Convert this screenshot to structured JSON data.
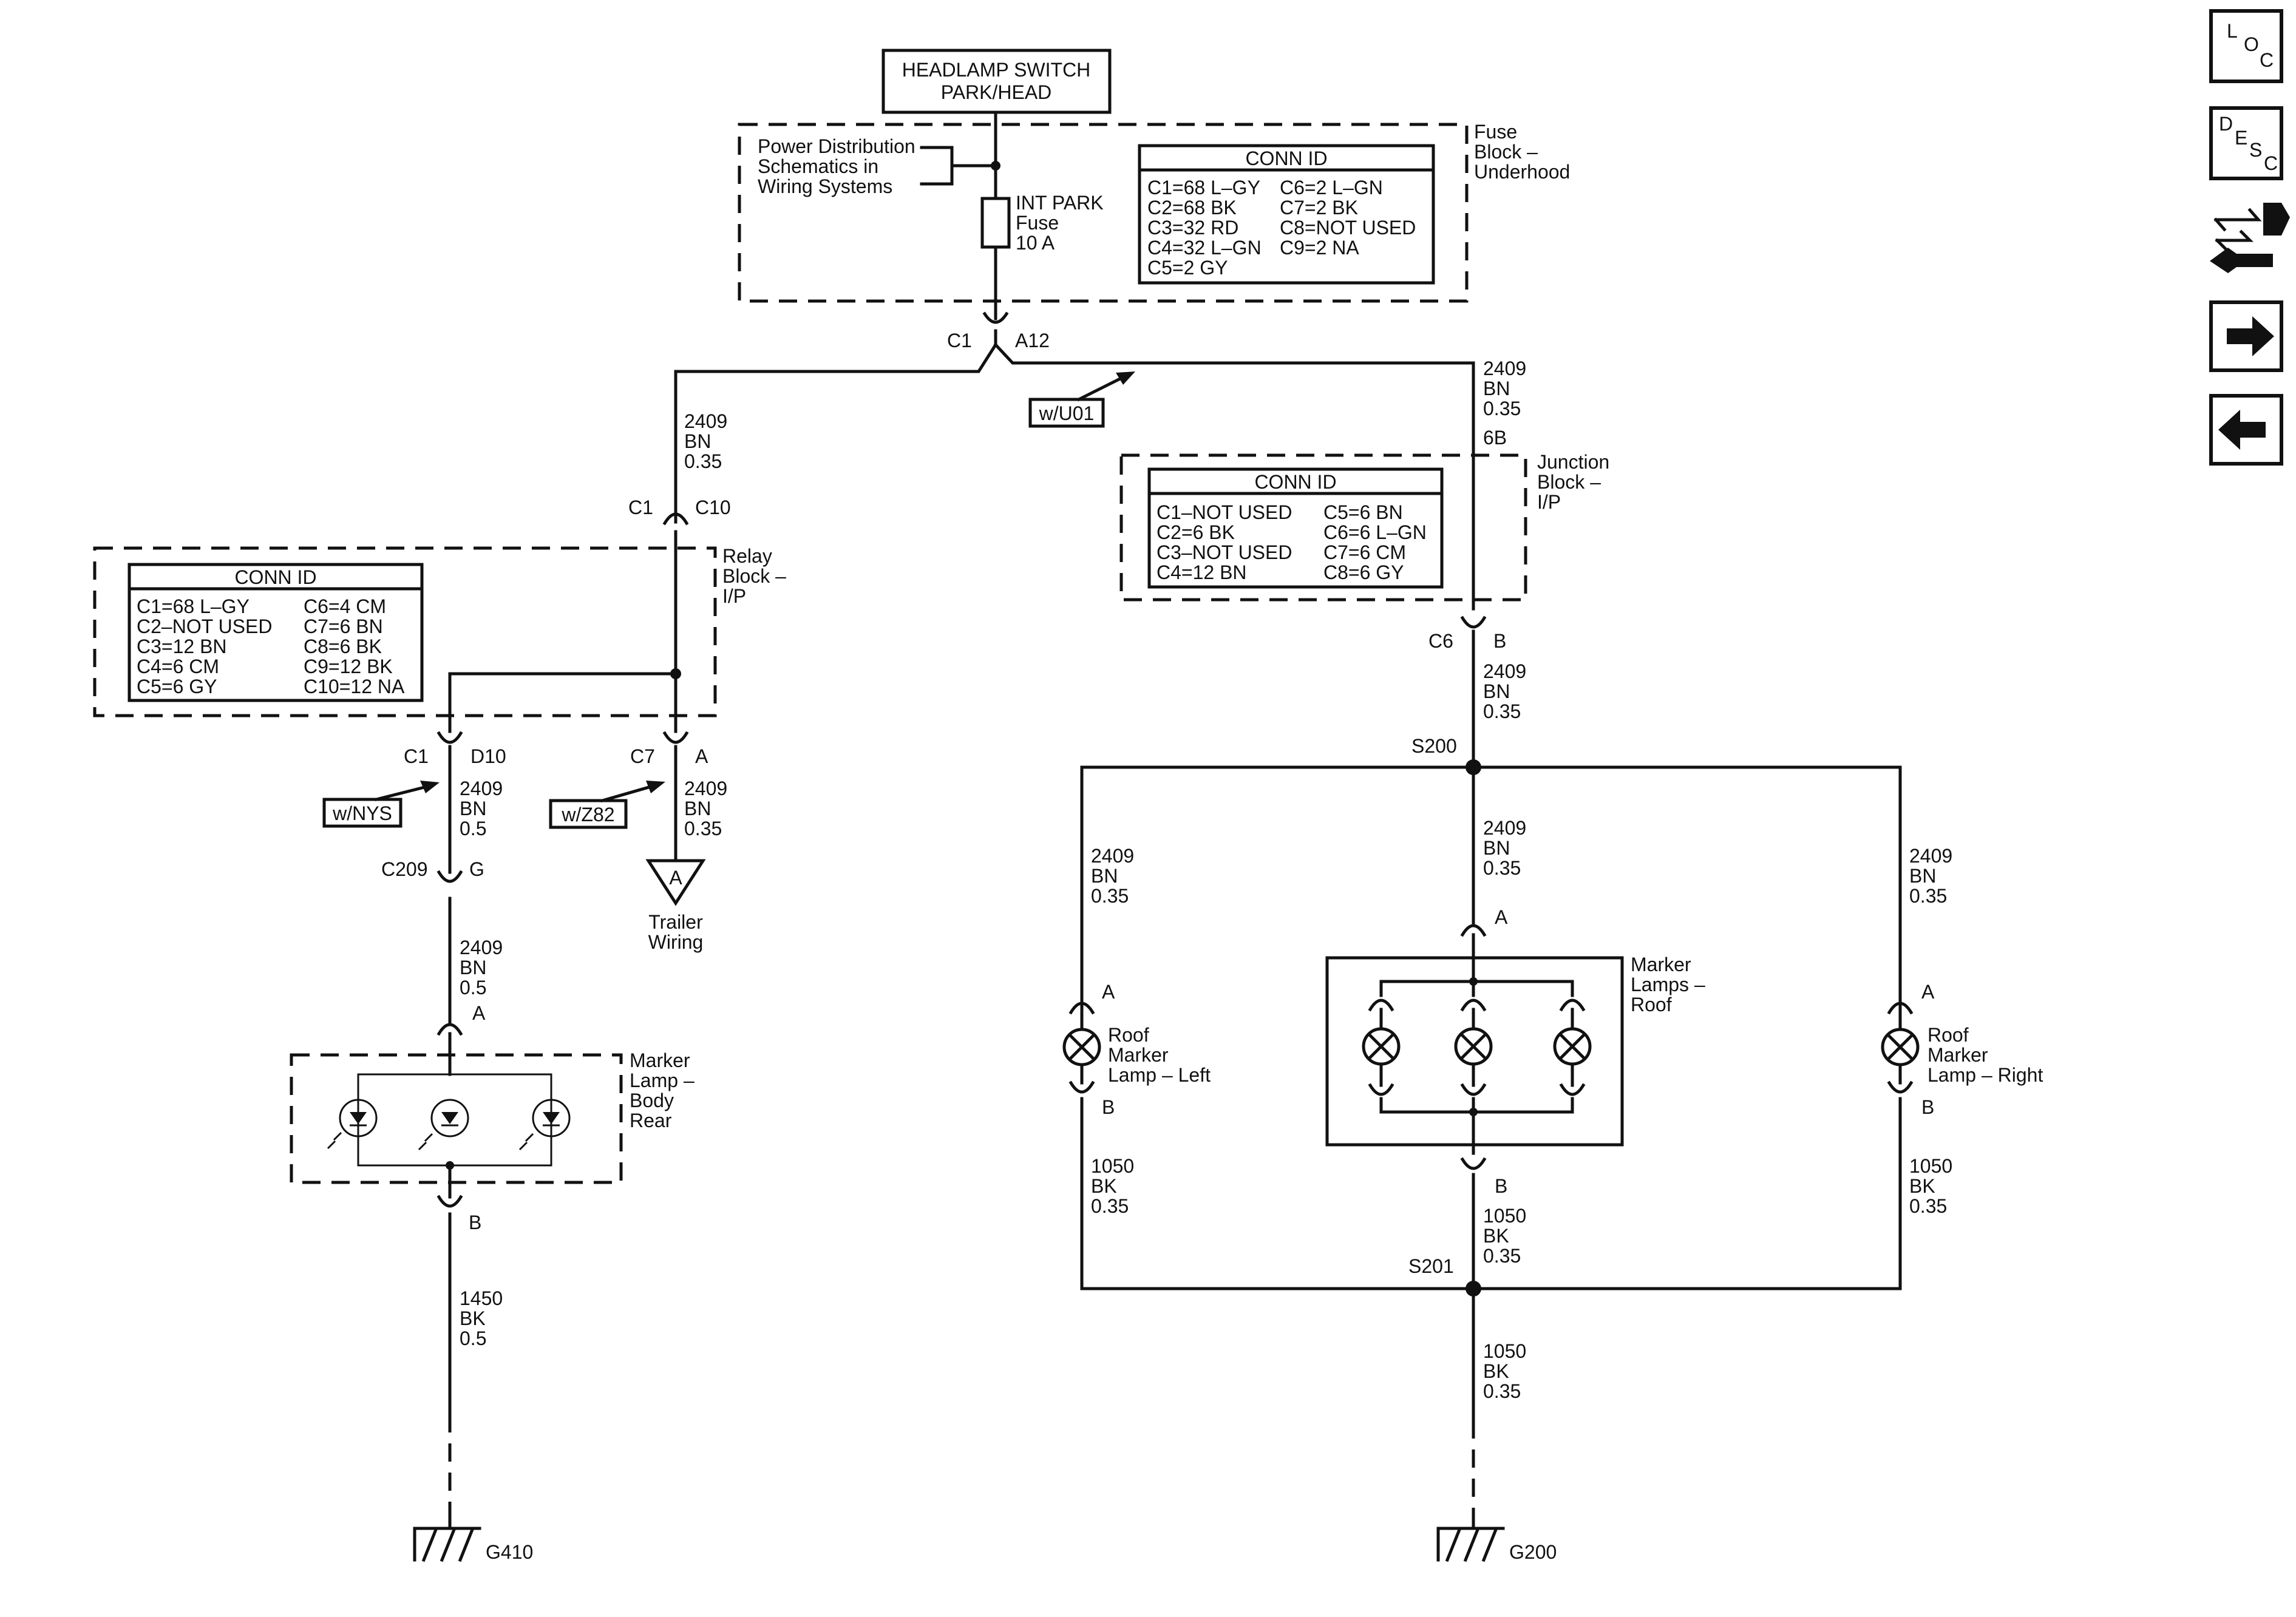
{
  "headlamp_switch": {
    "line1": "HEADLAMP SWITCH",
    "line2": "PARK/HEAD"
  },
  "fuse_block": {
    "name": [
      "Fuse",
      "Block –",
      "Underhood"
    ],
    "note": [
      "Power Distribution",
      "Schematics in",
      "Wiring Systems"
    ],
    "fuse": [
      "INT PARK",
      "Fuse",
      "10 A"
    ],
    "conn_title": "CONN ID",
    "conn_left": [
      "C1=68 L–GY",
      "C2=68 BK",
      "C3=32 RD",
      "C4=32 L–GN",
      "C5=2 GY"
    ],
    "conn_right": [
      "C6=2 L–GN",
      "C7=2 BK",
      "C8=NOT USED",
      "C9=2 NA",
      ""
    ],
    "out_conn": "C1",
    "out_pin": "A12"
  },
  "option_u01": "w/U01",
  "option_nys": "w/NYS",
  "option_z82": "w/Z82",
  "relay_block": {
    "name": [
      "Relay",
      "Block –",
      "I/P"
    ],
    "conn_title": "CONN ID",
    "conn_left": [
      "C1=68 L–GY",
      "C2–NOT USED",
      "C3=12 BN",
      "C4=6 CM",
      "C5=6 GY"
    ],
    "conn_right": [
      "C6=4 CM",
      "C7=6 BN",
      "C8=6 BK",
      "C9=12 BK",
      "C10=12 NA"
    ],
    "in_conn": "C1",
    "in_pin": "C10",
    "out1_conn": "C1",
    "out1_pin": "D10",
    "out2_conn": "C7",
    "out2_pin": "A"
  },
  "junction_block": {
    "name": [
      "Junction",
      "Block –",
      "I/P"
    ],
    "conn_title": "CONN ID",
    "conn_left": [
      "C1–NOT USED",
      "C2=6 BK",
      "C3–NOT USED",
      "C4=12 BN"
    ],
    "conn_right": [
      "C5=6 BN",
      "C6=6 L–GN",
      "C7=6 CM",
      "C8=6 GY"
    ],
    "in_pin": "6B",
    "out_conn": "C6",
    "out_pin": "B"
  },
  "wires": {
    "w_left_top": [
      "2409",
      "BN",
      "0.35"
    ],
    "w_right_top": [
      "2409",
      "BN",
      "0.35"
    ],
    "w_nys": [
      "2409",
      "BN",
      "0.5"
    ],
    "w_z82": [
      "2409",
      "BN",
      "0.35"
    ],
    "w_body_feed": [
      "2409",
      "BN",
      "0.5"
    ],
    "w_body_ground": [
      "1450",
      "BK",
      "0.5"
    ],
    "w_junction_out": [
      "2409",
      "BN",
      "0.35"
    ],
    "w_roof_left": [
      "2409",
      "BN",
      "0.35"
    ],
    "w_roof_center": [
      "2409",
      "BN",
      "0.35"
    ],
    "w_roof_right": [
      "2409",
      "BN",
      "0.35"
    ],
    "w_gnd_left": [
      "1050",
      "BK",
      "0.35"
    ],
    "w_gnd_center": [
      "1050",
      "BK",
      "0.35"
    ],
    "w_gnd_right": [
      "1050",
      "BK",
      "0.35"
    ],
    "w_gnd_main": [
      "1050",
      "BK",
      "0.35"
    ]
  },
  "c209": {
    "conn": "C209",
    "pin": "G"
  },
  "trailer": {
    "symbol": "A",
    "label": [
      "Trailer",
      "Wiring"
    ]
  },
  "marker_body": {
    "label": [
      "Marker",
      "Lamp –",
      "Body",
      "Rear"
    ],
    "pin_a": "A",
    "pin_b": "B"
  },
  "roof_left": {
    "label": [
      "Roof",
      "Marker",
      "Lamp – Left"
    ],
    "pin_a": "A",
    "pin_b": "B"
  },
  "roof_right": {
    "label": [
      "Roof",
      "Marker",
      "Lamp – Right"
    ],
    "pin_a": "A",
    "pin_b": "B"
  },
  "roof_center": {
    "label": [
      "Marker",
      "Lamps –",
      "Roof"
    ],
    "pin_a": "A",
    "pin_b": "B"
  },
  "splices": {
    "s200": "S200",
    "s201": "S201"
  },
  "grounds": {
    "g410": "G410",
    "g200": "G200"
  },
  "nav": {
    "loc": [
      "L",
      "O",
      "C"
    ],
    "desc": [
      "D",
      "E",
      "S",
      "C"
    ],
    "icons": [
      "connector-tool-icon",
      "next-arrow-icon",
      "previous-arrow-icon"
    ]
  }
}
